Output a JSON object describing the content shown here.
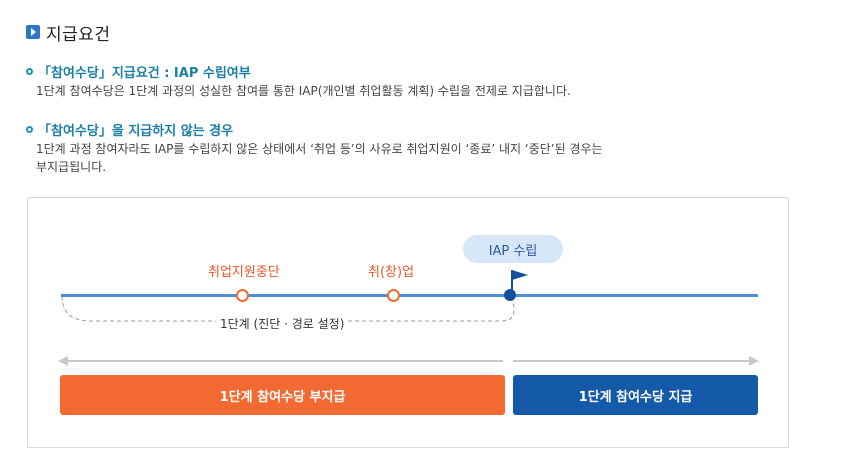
{
  "header": {
    "title": "지급요건"
  },
  "sections": [
    {
      "title": "「참여수당」지급요건 : IAP 수립여부",
      "body": [
        "1단계 참여수당은 1단계 과정의 성실한 참여를 통한 IAP(개인별 취업활동 계획) 수립을 전제로 지급합니다."
      ]
    },
    {
      "title": "「참여수당」을 지급하지 않는 경우",
      "body": [
        "1단계 과정 참여자라도 IAP를 수립하지 않은 상태에서 ‘취업 등’의 사유로 취업지원이 ‘종료’ 내지 ‘중단’된 경우는",
        "부지급됩니다."
      ]
    }
  ],
  "diagram": {
    "events": [
      "취업지원중단",
      "취(창)업"
    ],
    "iap_label": "IAP 수립",
    "stage_label": "1단계 (진단 · 경로 설정)",
    "bar_no_pay": "1단계 참여수당 부지급",
    "bar_pay": "1단계 참여수당 지급",
    "colors": {
      "orange": "#f26a32",
      "blue": "#155aa8",
      "timeline": "#4b8fd6"
    }
  }
}
